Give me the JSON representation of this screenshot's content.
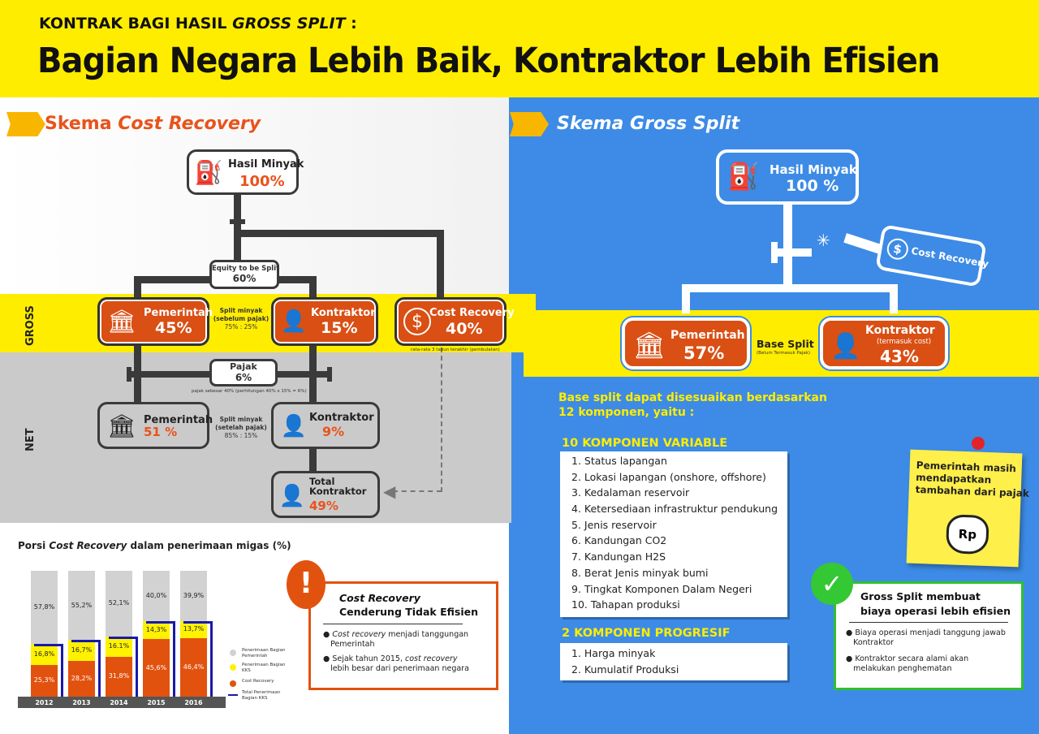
{
  "header": {
    "kicker_plain": "KONTRAK BAGI HASIL ",
    "kicker_italic": "GROSS SPLIT",
    "kicker_end": " :",
    "headline": "Bagian Negara Lebih Baik, Kontraktor Lebih Efisien"
  },
  "left": {
    "title_plain": "Skema ",
    "title_italic": "Cost Recovery",
    "band_gross": "GROSS",
    "band_net": "NET",
    "oil": {
      "label": "Hasil Minyak",
      "pct": "100%"
    },
    "equity": {
      "label": "Equity to be Split",
      "pct": "60%"
    },
    "gross_gov": {
      "label": "Pemerintah",
      "pct": "45%"
    },
    "gross_con": {
      "label": "Kontraktor",
      "pct": "15%"
    },
    "cost_rec": {
      "label": "Cost Recovery",
      "pct": "40%",
      "note": "rata-rata 3 tahun terakhir (pembulatan)"
    },
    "split_before": {
      "line1": "Split minyak",
      "line2": "(sebelum pajak)",
      "line3": "75% : 25%"
    },
    "tax": {
      "label": "Pajak",
      "pct": "6%",
      "note": "pajak sebesar 40% (perhitungan 40% x 15% = 6%)"
    },
    "net_gov": {
      "label": "Pemerintah",
      "pct": "51 %"
    },
    "net_con": {
      "label": "Kontraktor",
      "pct": "9%"
    },
    "split_after": {
      "line1": "Split minyak",
      "line2": "(setelah pajak)",
      "line3": "85% : 15%"
    },
    "total": {
      "line1": "Total",
      "line2": "Kontraktor",
      "pct": "49%"
    },
    "chart_title_plain": "Porsi ",
    "chart_title_italic": "Cost Recovery",
    "chart_title_end": " dalam penerimaan migas (%)",
    "warn": {
      "title1": "Cost Recovery",
      "title2": "Cenderung Tidak Efisien",
      "b1_i": "Cost recovery",
      "b1_rest": " menjadi tanggungan",
      "b1_l2": "Pemerintah",
      "b2_a": "Sejak tahun 2015, ",
      "b2_i": "cost recovery",
      "b2_l2": "lebih besar dari penerimaan negara"
    }
  },
  "right": {
    "title": "Skema Gross Split",
    "oil": {
      "label": "Hasil Minyak",
      "pct": "100 %"
    },
    "cost_rec_tag": "Cost Recovery",
    "gov": {
      "label": "Pemerintah",
      "pct": "57%"
    },
    "base": {
      "label": "Base Split",
      "note": "(Belum Termasuk Pajak)"
    },
    "con": {
      "label": "Kontraktor",
      "note": "(termasuk cost)",
      "pct": "43%"
    },
    "intro1": "Base split dapat disesuaikan berdasarkan",
    "intro2": "12 komponen, yaitu :",
    "var_head": "10 KOMPONEN VARIABLE",
    "var_items": [
      "1. Status lapangan",
      "2. Lokasi lapangan (onshore, offshore)",
      "3. Kedalaman reservoir",
      "4. Ketersediaan infrastruktur pendukung",
      "5. Jenis reservoir",
      "6. Kandungan CO2",
      "7. Kandungan H2S",
      "8. Berat Jenis minyak bumi",
      "9. Tingkat Komponen Dalam Negeri",
      "10. Tahapan produksi"
    ],
    "prog_head": "2 KOMPONEN PROGRESIF",
    "prog_items": [
      "1. Harga minyak",
      "2. Kumulatif Produksi"
    ],
    "note": {
      "l1": "Pemerintah masih",
      "l2": "mendapatkan",
      "l3": "tambahan dari pajak",
      "rp": "Rp"
    },
    "eff": {
      "t1": "Gross Split membuat",
      "t2": "biaya operasi lebih efisien",
      "b1a": "Biaya operasi menjadi tanggung jawab",
      "b1b": "Kontraktor",
      "b2a": "Kontraktor secara alami akan",
      "b2b": "melakukan penghematan"
    }
  },
  "chart_data": {
    "type": "bar",
    "title": "Porsi Cost Recovery dalam penerimaan migas (%)",
    "categories": [
      "2012",
      "2013",
      "2014",
      "2015",
      "2016"
    ],
    "series": [
      {
        "name": "Cost Recovery",
        "values": [
          25.3,
          28.2,
          31.8,
          45.6,
          46.4
        ],
        "labels": [
          "25,3%",
          "28,2%",
          "31,8%",
          "45,6%",
          "46,4%"
        ]
      },
      {
        "name": "Penerimaan Bagian KKS",
        "values": [
          16.8,
          16.7,
          16.1,
          14.3,
          13.7
        ],
        "labels": [
          "16,8%",
          "16,7%",
          "16.1%",
          "14,3%",
          "13,7%"
        ]
      },
      {
        "name": "Penerimaan Bagian Pemerintah",
        "values": [
          57.8,
          55.2,
          52.1,
          40.0,
          39.9
        ],
        "labels": [
          "57,8%",
          "55,2%",
          "52,1%",
          "40,0%",
          "39,9%"
        ]
      }
    ],
    "line_series": {
      "name": "Total Penerimaan Bagian KKS",
      "values": [
        42.1,
        44.9,
        47.9,
        59.9,
        60.1
      ]
    },
    "legend": [
      "Penerimaan Bagian Pemerintah",
      "Penerimaan Bagian KKS",
      "Cost Recovery",
      "Total Penerimaan Bagian KKS"
    ],
    "colors": {
      "Cost Recovery": "#e2520f",
      "Penerimaan Bagian KKS": "#fff200",
      "Penerimaan Bagian Pemerintah": "#d2d2d2",
      "line": "#1a1aa8"
    },
    "ylim": [
      0,
      100
    ]
  }
}
